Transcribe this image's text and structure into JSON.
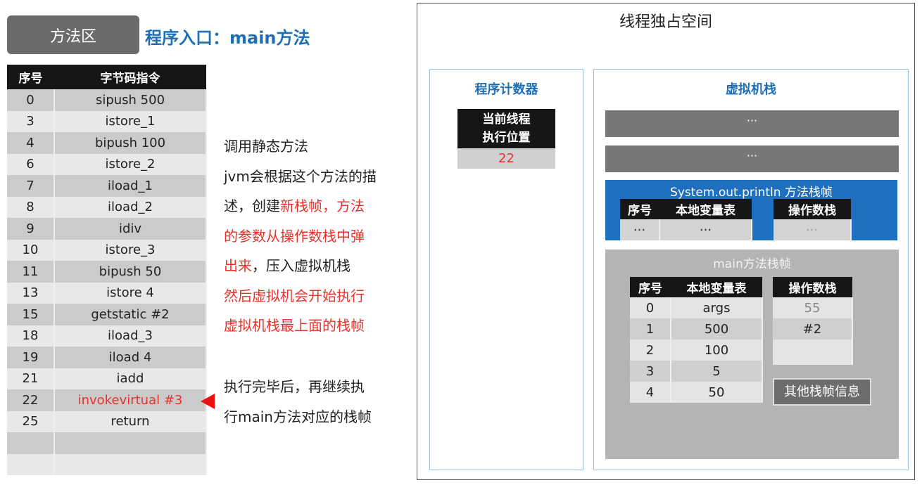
{
  "method_area": {
    "label": "方法区",
    "entry": "程序入口：main方法"
  },
  "bytecode": {
    "headers": [
      "序号",
      "字节码指令"
    ],
    "rows": [
      [
        "0",
        "sipush 500"
      ],
      [
        "3",
        "istore_1"
      ],
      [
        "4",
        "bipush 100"
      ],
      [
        "6",
        "istore_2"
      ],
      [
        "7",
        "iload_1"
      ],
      [
        "8",
        "iload_2"
      ],
      [
        "9",
        "idiv"
      ],
      [
        "10",
        "istore_3"
      ],
      [
        "11",
        "bipush 50"
      ],
      [
        "13",
        "istore 4"
      ],
      [
        "15",
        "getstatic #2"
      ],
      [
        "18",
        "iload_3"
      ],
      [
        "19",
        "iload 4"
      ],
      [
        "21",
        "iadd"
      ],
      [
        "22",
        "invokevirtual #3"
      ],
      [
        "25",
        "return"
      ],
      [
        "",
        ""
      ],
      [
        "",
        ""
      ]
    ],
    "current_index": "22"
  },
  "notes": {
    "l1": "调用静态方法",
    "l2": "jvm会根据这个方法的描",
    "l3a": "述，创建",
    "l3b": "新栈帧，方法",
    "l4": "的参数从操作数栈中弹",
    "l5a": "出来",
    "l5b": "，压入虚拟机栈",
    "l6": "然后虚拟机会开始执行",
    "l7": "虚拟机栈最上面的栈帧",
    "l8": "执行完毕后，再继续执",
    "l9": "行main方法对应的栈帧"
  },
  "thread": {
    "title": "线程独占空间",
    "pc": {
      "title": "程序计数器",
      "label1": "当前线程",
      "label2": "执行位置",
      "value": "22"
    },
    "stack": {
      "title": "虚拟机栈",
      "bar1": "···",
      "bar2": "···",
      "println_frame": {
        "title": "System.out.println 方法栈帧",
        "lv_headers": [
          "序号",
          "本地变量表"
        ],
        "lv_row": [
          "···",
          "···"
        ],
        "os_header": "操作数栈",
        "os_row": "···"
      },
      "main_frame": {
        "title": "main方法栈帧",
        "lv_headers": [
          "序号",
          "本地变量表"
        ],
        "lv_rows": [
          [
            "0",
            "args"
          ],
          [
            "1",
            "500"
          ],
          [
            "2",
            "100"
          ],
          [
            "3",
            "5"
          ],
          [
            "4",
            "50"
          ]
        ],
        "os_header": "操作数栈",
        "os_rows": [
          "55",
          "#2",
          ""
        ],
        "other": "其他栈帧信息"
      }
    }
  },
  "colors": {
    "accent": "#1f6fb5",
    "highlight": "#e8322a",
    "frame_blue": "#1f6fc0"
  }
}
